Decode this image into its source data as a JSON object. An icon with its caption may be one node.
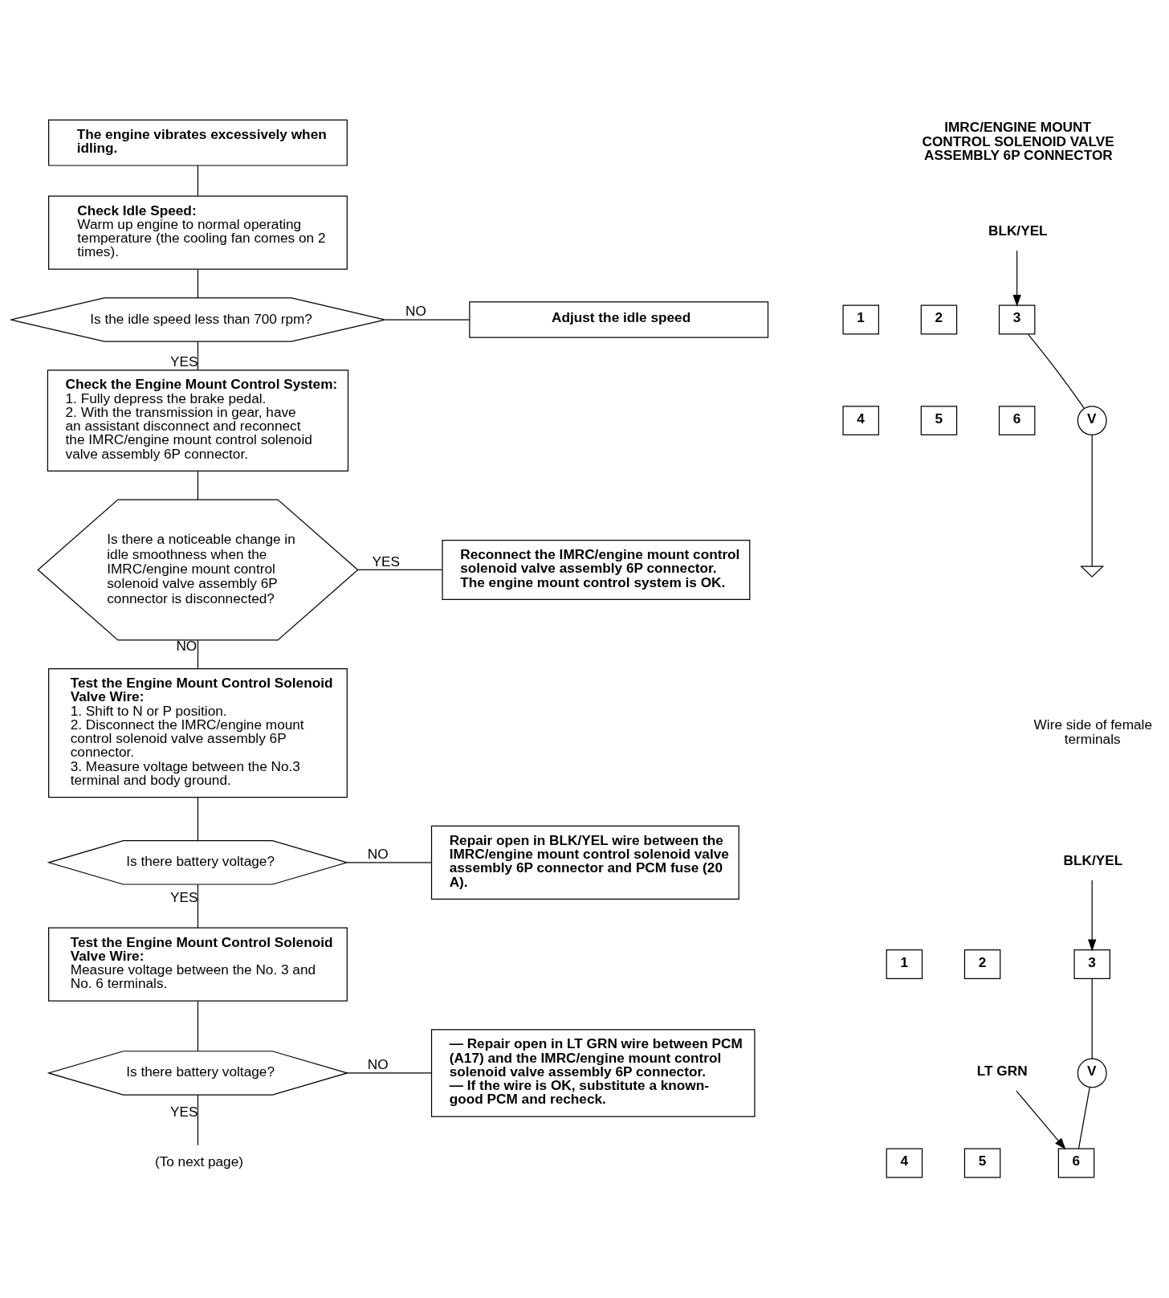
{
  "diagram": {
    "nodes": [
      {
        "text": [
          "The engine vibrates excessively when idling."
        ]
      },
      {
        "text": [
          "Check Idle Speed:",
          "Warm up engine to normal operating temperature (the cooling fan comes on 2 times)."
        ]
      },
      {
        "text": [
          "Is the idle speed less than 700 rpm?"
        ]
      },
      {
        "text": [
          "Adjust the idle speed"
        ]
      },
      {
        "text": [
          "Check the Engine Mount Control System:",
          "1. Fully depress the brake pedal.",
          "2. With the transmission in gear, have an assistant disconnect and reconnect the IMRC/engine mount control solenoid valve assembly 6P connector."
        ]
      },
      {
        "text": [
          "Is there a noticeable change in idle smoothness when the IMRC/engine mount control solenoid valve assembly 6P connector is disconnected?"
        ]
      },
      {
        "text": [
          "Reconnect the IMRC/engine mount control solenoid valve assembly 6P connector. The engine mount control system is OK."
        ]
      },
      {
        "text": [
          "Test the Engine Mount Control Solenoid Valve Wire:",
          "1. Shift to N or P position.",
          "2. Disconnect the IMRC/engine mount control solenoid valve assembly 6P connector.",
          "3. Measure voltage between the No.3 terminal and body ground."
        ]
      },
      {
        "text": [
          "Is there battery voltage?"
        ]
      },
      {
        "text": [
          "Repair open in BLK/YEL wire between the IMRC/engine mount control solenoid valve assembly 6P connector and PCM fuse (20 A)."
        ]
      },
      {
        "text": [
          "Test the Engine Mount Control Solenoid Valve Wire:",
          "Measure voltage between the No. 3 and No. 6 terminals."
        ]
      },
      {
        "text": [
          "Is there battery voltage?"
        ]
      },
      {
        "text": [
          "— Repair open in LT GRN wire between PCM (A17) and the IMRC/engine mount control solenoid valve assembly 6P connector.",
          "— If the wire is OK, substitute a known-good PCM and recheck."
        ]
      },
      {
        "text": [
          "(To next page)"
        ]
      },
      {
        "text": [
          "BLK/YEL"
        ]
      },
      {
        "text": [
          "1"
        ]
      },
      {
        "text": [
          "2"
        ]
      },
      {
        "text": [
          "3"
        ]
      },
      {
        "text": [
          "4"
        ]
      },
      {
        "text": [
          "5"
        ]
      },
      {
        "text": [
          "6"
        ]
      },
      {
        "text": [
          "V"
        ]
      },
      {
        "text": [],
        "shape": "ground"
      },
      {
        "text": [
          "BLK/YEL"
        ]
      },
      {
        "text": [
          "1"
        ]
      },
      {
        "text": [
          "2"
        ]
      },
      {
        "text": [
          "3"
        ]
      },
      {
        "text": [
          "4"
        ]
      },
      {
        "text": [
          "5"
        ]
      },
      {
        "text": [
          "6"
        ]
      },
      {
        "text": [
          "LT GRN"
        ]
      },
      {
        "text": [
          "V"
        ]
      }
    ],
    "edges": [
      {
        "from": 0,
        "to": 1,
        "arrow": "none"
      },
      {
        "from": 1,
        "to": 2,
        "arrow": "none"
      },
      {
        "from": 2,
        "to": 3,
        "arrow": "none",
        "label": "NO"
      },
      {
        "from": 2,
        "to": 4,
        "arrow": "none",
        "label": "YES"
      },
      {
        "from": 4,
        "to": 5,
        "arrow": "none"
      },
      {
        "from": 5,
        "to": 6,
        "arrow": "none",
        "label": "YES"
      },
      {
        "from": 5,
        "to": 7,
        "arrow": "none",
        "label": "NO"
      },
      {
        "from": 7,
        "to": 8,
        "arrow": "none"
      },
      {
        "from": 8,
        "to": 9,
        "arrow": "none",
        "label": "NO"
      },
      {
        "from": 8,
        "to": 10,
        "arrow": "none",
        "label": "YES"
      },
      {
        "from": 10,
        "to": 11,
        "arrow": "none"
      },
      {
        "from": 11,
        "to": 12,
        "arrow": "none",
        "label": "NO"
      },
      {
        "from": 11,
        "to": 13,
        "arrow": "none",
        "label": "YES"
      },
      {
        "from": 14,
        "to": 17,
        "arrow": "to"
      },
      {
        "from": 17,
        "to": 21,
        "arrow": "none"
      },
      {
        "from": 21,
        "to": 22,
        "arrow": "none"
      },
      {
        "from": 23,
        "to": 26,
        "arrow": "to"
      },
      {
        "from": 30,
        "to": 29,
        "arrow": "to"
      },
      {
        "from": 26,
        "to": 31,
        "arrow": "none"
      },
      {
        "from": 31,
        "to": 29,
        "arrow": "none"
      }
    ],
    "labels": [
      "IMRC/ENGINE MOUNT CONTROL SOLENOID VALVE ASSEMBLY 6P CONNECTOR",
      "Wire side of female terminals"
    ]
  }
}
